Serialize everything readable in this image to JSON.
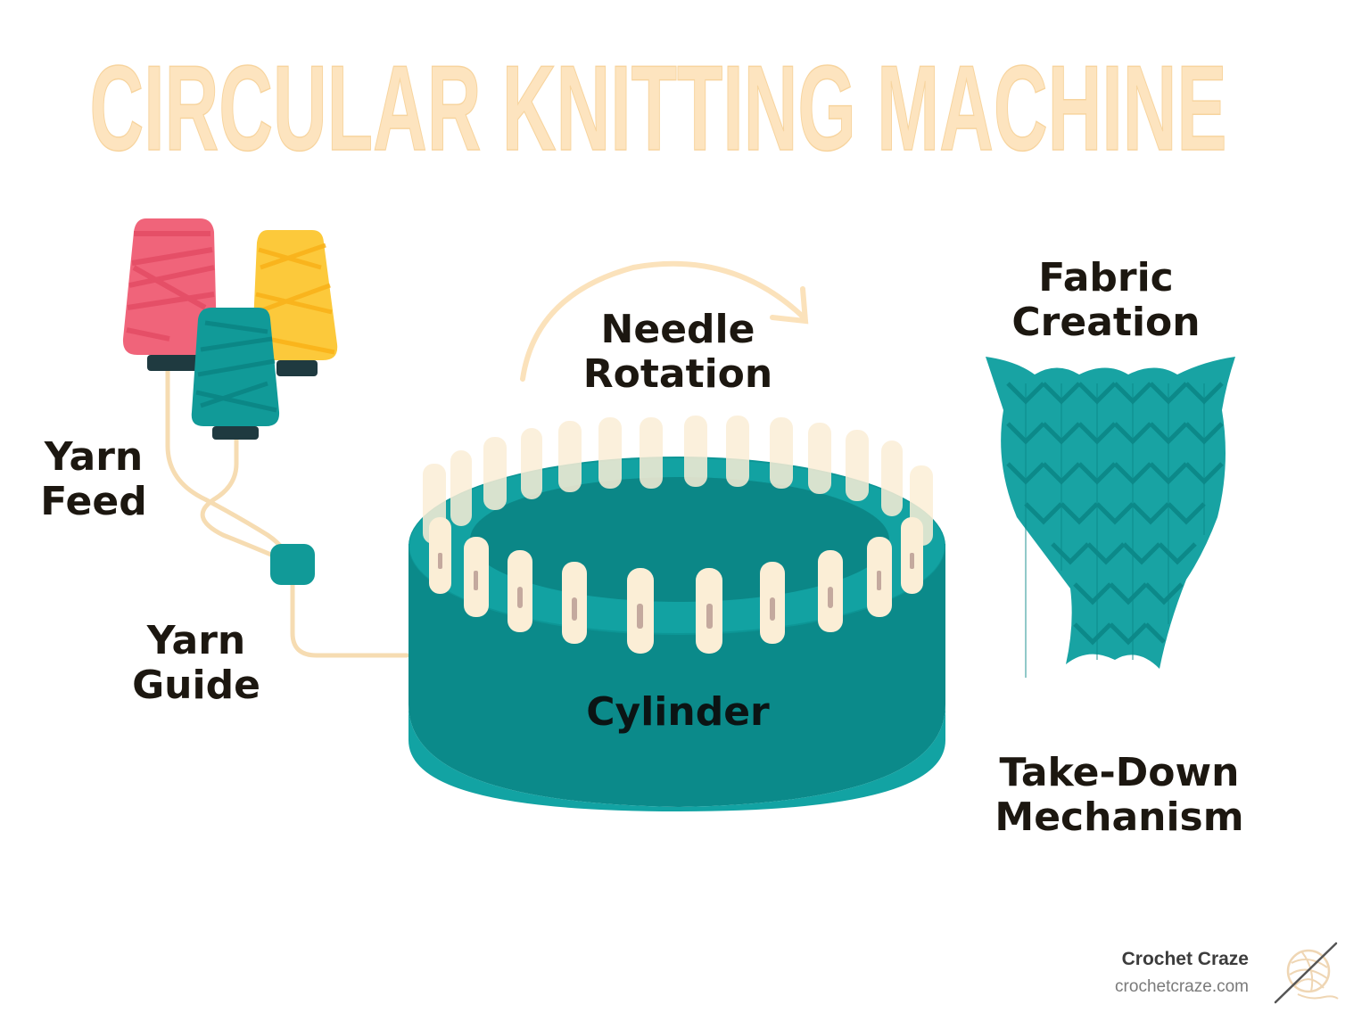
{
  "title": "CIRCULAR KNITTING MACHINE",
  "labels": {
    "yarn_feed": [
      "Yarn",
      "Feed"
    ],
    "yarn_guide": [
      "Yarn",
      "Guide"
    ],
    "needle_rotation": [
      "Needle",
      "Rotation"
    ],
    "cylinder": "Cylinder",
    "fabric_creation": [
      "Fabric",
      "Creation"
    ],
    "take_down": [
      "Take-Down",
      "Mechanism"
    ]
  },
  "branding": {
    "name": "Crochet Craze",
    "url": "crochetcraze.com",
    "icon": "yarn-ball-crochet-hook-icon"
  },
  "colors": {
    "title": "#fde4bf",
    "teal": "#0e9b9b",
    "teal_dark": "#0b8585",
    "pink": "#f0647a",
    "yellow": "#fcc93b",
    "cream": "#fbeed6",
    "spool_base": "#1f3a40",
    "text": "#1c1710"
  }
}
